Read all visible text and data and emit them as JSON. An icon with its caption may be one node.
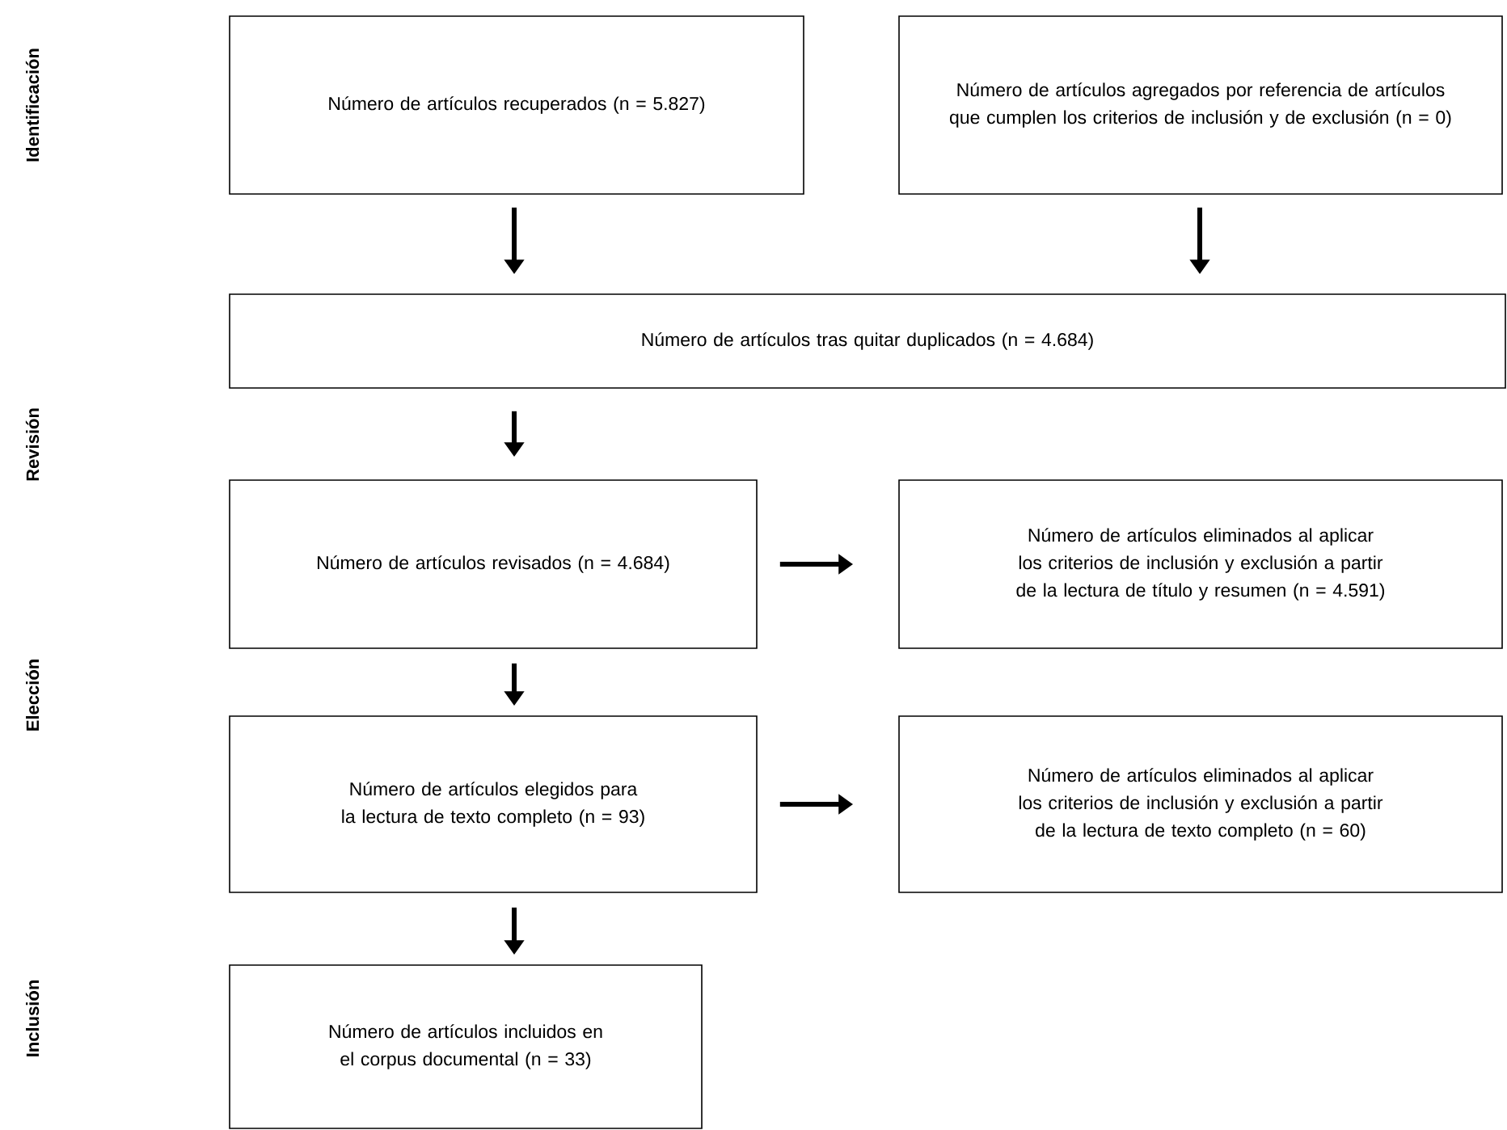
{
  "diagram": {
    "nodes": [
      {
        "text": [
          "Número de artículos recuperados (n = 5.827)"
        ]
      },
      {
        "text": [
          "Número de artículos agregados por referencia de artículos que cumplen los criterios de inclusión y de exclusión (n = 0)"
        ]
      },
      {
        "text": [
          "Número de artículos tras quitar duplicados (n = 4.684)"
        ]
      },
      {
        "text": [
          "Número de artículos revisados (n = 4.684)"
        ]
      },
      {
        "text": [
          "Número de artículos eliminados al aplicar los criterios de inclusión y exclusión a partir de la lectura de título y resumen (n = 4.591)"
        ]
      },
      {
        "text": [
          "Número de artículos elegidos para la lectura de texto completo (n = 93)"
        ]
      },
      {
        "text": [
          "Número de artículos eliminados al aplicar los criterios de inclusión y exclusión a partir de la lectura de texto completo (n = 60)"
        ]
      },
      {
        "text": [
          "Número de artículos incluidos en el corpus documental (n = 33)"
        ]
      }
    ],
    "edges": [
      {
        "from": 0,
        "to": 2,
        "arrow": "to"
      },
      {
        "from": 1,
        "to": 2,
        "arrow": "to"
      },
      {
        "from": 2,
        "to": 3,
        "arrow": "to"
      },
      {
        "from": 3,
        "to": 4,
        "arrow": "to"
      },
      {
        "from": 3,
        "to": 5,
        "arrow": "to"
      },
      {
        "from": 5,
        "to": 6,
        "arrow": "to"
      },
      {
        "from": 5,
        "to": 7,
        "arrow": "to"
      }
    ],
    "labels": [
      "Identificación",
      "Revisión",
      "Elección",
      "Inclusión"
    ]
  }
}
